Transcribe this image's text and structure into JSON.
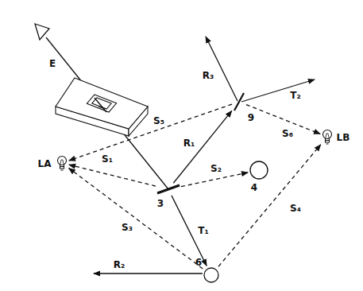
{
  "diagram": {
    "nodes": [
      {
        "text": [
          "9"
        ]
      },
      {
        "text": [
          "LB"
        ]
      },
      {
        "text": [
          "LA"
        ]
      },
      {
        "text": [
          "4"
        ]
      },
      {
        "text": [
          "3"
        ]
      },
      {
        "text": [
          "6"
        ]
      }
    ],
    "edges": [
      {
        "from": 4,
        "to": 0,
        "arrow": "to",
        "label": "R₁"
      },
      {
        "from": 4,
        "to": 5,
        "arrow": "to",
        "label": "T₁"
      },
      {
        "from": 4,
        "to": 2,
        "arrow": "to",
        "label": "S₁"
      },
      {
        "from": 4,
        "to": 3,
        "arrow": "to",
        "label": "S₂"
      },
      {
        "from": 5,
        "to": 2,
        "arrow": "to",
        "label": "S₃"
      },
      {
        "from": 5,
        "to": 1,
        "arrow": "to",
        "label": "S₄"
      },
      {
        "from": 0,
        "to": 2,
        "arrow": "to",
        "label": "S₅"
      },
      {
        "from": 0,
        "to": 1,
        "arrow": "to",
        "label": "S₆"
      }
    ],
    "labels": [
      "E",
      "R₃",
      "T₂",
      "R₂"
    ]
  }
}
